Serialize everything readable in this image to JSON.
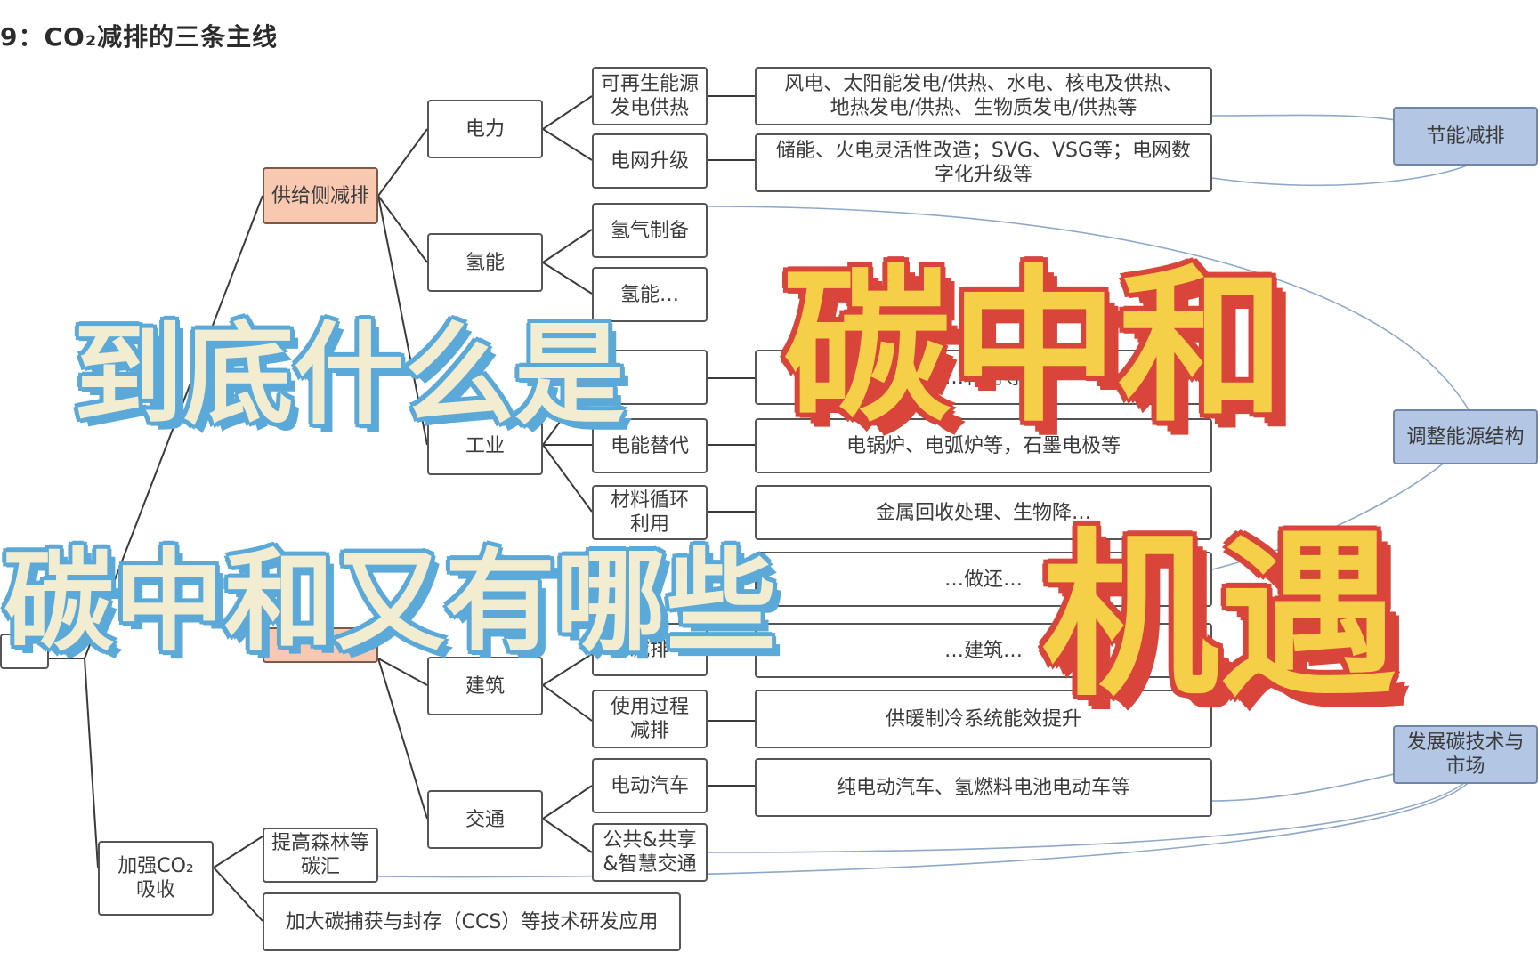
{
  "figure_title": "9：CO₂减排的三条主线",
  "level1": {
    "supply": "供给侧减排",
    "absorb": "加强CO₂\n吸收"
  },
  "level2": {
    "power": "电力",
    "hydrogen": "氢能",
    "industry": "工业",
    "building": "建筑",
    "transport": "交通",
    "forest": "提高森林等\n碳汇",
    "ccs": "加大碳捕获与封存（CCS）等技术研发应用"
  },
  "level3": {
    "renewable": "可再生能源\n发电供热",
    "grid": "电网升级",
    "h2_production": "氢气制备",
    "h2_partial": "氢能…",
    "ind_partial": "",
    "electric_sub": "电能替代",
    "material_recycle": "材料循环\n利用",
    "build_partial": "减排",
    "usage": "使用过程\n减排",
    "ev": "电动汽车",
    "public": "公共&共享\n&智慧交通"
  },
  "level4": {
    "renewable_desc": "风电、太阳能发电/供热、水电、核电及供热、\n地热发电/供热、生物质发电/供热等",
    "grid_desc": "储能、火电灵活性改造；SVG、VSG等；电网数\n字化升级等",
    "ind_partial_desc": "…利用等",
    "electric_desc": "电锅炉、电弧炉等，石墨电极等",
    "recycle_desc": "金属回收处理、生物降…",
    "partial_desc2": "…做还…",
    "partial_desc3": "…建筑…",
    "heating_desc": "供暖制冷系统能效提升",
    "ev_desc": "纯电动汽车、氢燃料电池电动车等"
  },
  "right_tags": {
    "energy_saving": "节能减排",
    "adjust_structure": "调整能源结构",
    "develop_tech": "发展碳技术与\n市场"
  },
  "overlay_text": {
    "line1_left": "到底什么是",
    "line1_right": "碳中和",
    "line2_left": "碳中和又有哪些",
    "line2_right": "机遇"
  },
  "colors": {
    "orange_box": "#f8c9b0",
    "blue_box": "#b3c7e5",
    "overlay_cream": "#f2ecd0",
    "overlay_blue_outline": "#5aa9d8",
    "overlay_yellow": "#f5cf48",
    "overlay_red_outline": "#d9453a"
  }
}
